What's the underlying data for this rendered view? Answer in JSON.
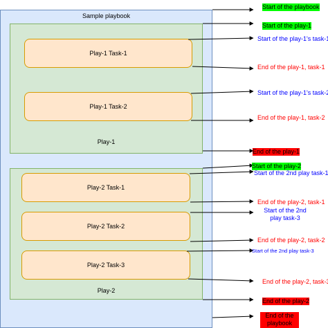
{
  "playbook": {
    "label": "Sample playbook"
  },
  "plays": [
    {
      "label": "Play-1",
      "tasks": [
        "Play-1 Task-1",
        "Play-1 Task-2"
      ]
    },
    {
      "label": "Play-2",
      "tasks": [
        "Play-2 Task-1",
        "Play-2 Task-2",
        "Play-2 Task-3"
      ]
    }
  ],
  "annotations": {
    "start_playbook": "Start of the playbook",
    "start_play1": "Start of the play-1",
    "start_play1_task1": "Start of the play-1's task-1",
    "end_play1_task1": "End of the play-1, task-1",
    "start_play1_task2": "Start of the play-1's task-2",
    "end_play1_task2": "End of the play-1, task-2",
    "end_play1": "End of the play-1",
    "start_play2": "Start of the play-2",
    "start_play2_task1": "Start of the 2nd play task-1",
    "end_play2_task1": "End of the play-2, task-1",
    "start_play2_task3_wrapped": "Start of the 2nd play task-3",
    "end_play2_task2": "End of the play-2, task-2",
    "start_play2_task3": "Start of the 2nd play task-3",
    "end_play2_task3": "End of the play-2, task-3",
    "end_play2": "End of the play-2",
    "end_playbook": "End of the playbook"
  },
  "colors": {
    "playbook_fill": "#dae8fc",
    "playbook_stroke": "#6c8ebf",
    "play_fill": "#d5e8d4",
    "play_stroke": "#82b366",
    "task_fill": "#ffe6cc",
    "task_stroke": "#d79b00",
    "highlight_green": "#00ff00",
    "highlight_red": "#ff0000",
    "text_blue": "#0000ff",
    "text_red": "#ff0000"
  }
}
